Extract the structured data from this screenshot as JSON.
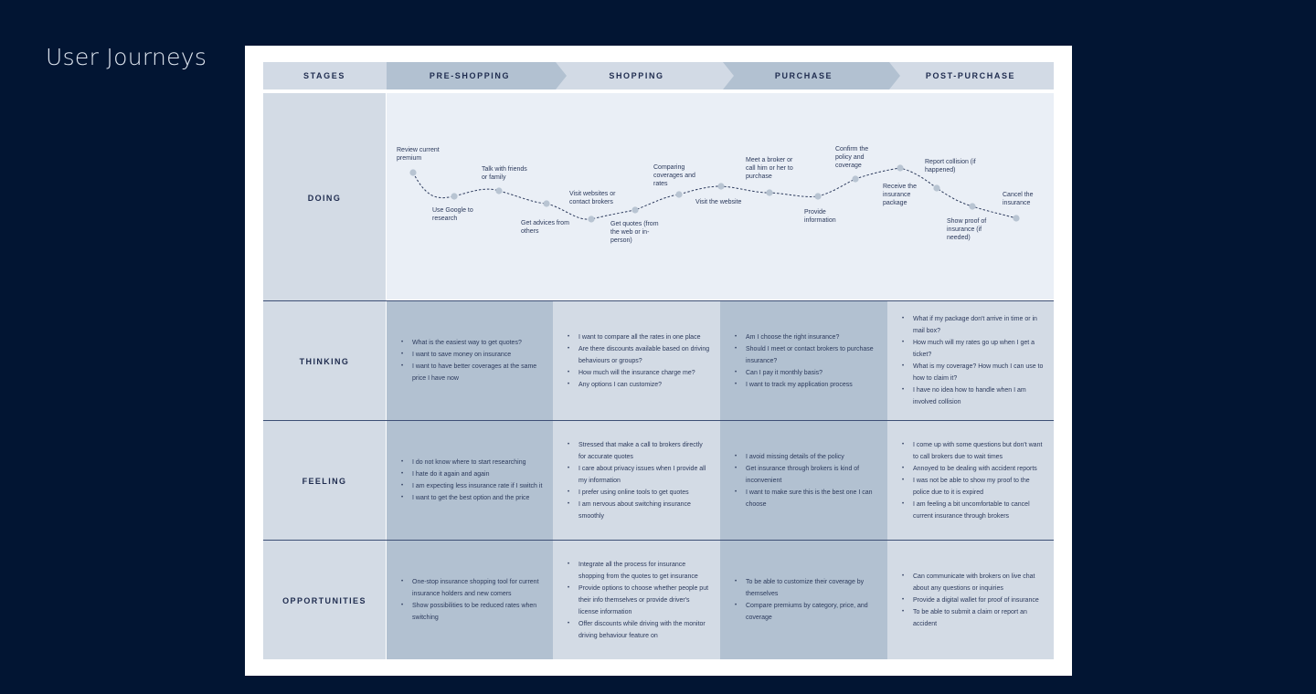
{
  "title": "User Journeys",
  "stages": [
    "STAGES",
    "PRE-SHOPPING",
    "SHOPPING",
    "PURCHASE",
    "POST-PURCHASE"
  ],
  "rows": {
    "doing": "DOING",
    "thinking": "THINKING",
    "feeling": "FEELING",
    "opportunities": "OPPORTUNITIES"
  },
  "doing_steps": [
    [
      "Review current",
      "premium"
    ],
    [
      "Use Google to",
      "research"
    ],
    [
      "Talk with friends",
      "or family"
    ],
    [
      "Get advices from",
      "others"
    ],
    [
      "Visit websites or",
      "contact brokers"
    ],
    [
      "Get quotes (from",
      "the web or in-",
      "person)"
    ],
    [
      "Comparing",
      "coverages and",
      "rates"
    ],
    [
      "Visit the website"
    ],
    [
      "Meet a broker or",
      "call him or her to",
      "purchase"
    ],
    [
      "Provide",
      "information"
    ],
    [
      "Confirm the",
      "policy and",
      "coverage"
    ],
    [
      "Receive the",
      "insurance",
      "package"
    ],
    [
      "Report collision (if",
      "happened)"
    ],
    [
      "Show proof of",
      "insurance (if",
      "needed)"
    ],
    [
      "Cancel the",
      "insurance"
    ]
  ],
  "thinking": [
    [
      "What is the easiest way to get quotes?",
      "I want to save money on insurance",
      "I want to have better coverages at the same price I have now"
    ],
    [
      "I want to compare all the rates in one place",
      "Are there discounts available based on driving behaviours or groups?",
      "How much will the insurance charge me?",
      "Any options I can customize?"
    ],
    [
      "Am I choose the right insurance?",
      "Should I meet or contact brokers to purchase insurance?",
      "Can I pay it monthly basis?",
      "I want to track my application process"
    ],
    [
      "What if my package don't arrive in time or in mail box?",
      "How much will my rates go up when I get a ticket?",
      "What is my coverage? How much I can use to how to claim it?",
      "I have no idea how to handle when I am involved collision"
    ]
  ],
  "feeling": [
    [
      "I do not know where to start researching",
      "I hate do it again and again",
      "I am expecting less insurance rate if I switch it",
      "I want to get the best option and the price"
    ],
    [
      "Stressed that make a call to brokers directly for accurate quotes",
      "I care about privacy issues when I provide all my information",
      "I prefer using online tools to get quotes",
      "I am nervous about switching insurance smoothly"
    ],
    [
      "I avoid missing details of the policy",
      "Get insurance through brokers is kind of inconvenient",
      "I want to make sure this is the best one I can choose"
    ],
    [
      "I come up with some questions but don't want to call brokers due to wait times",
      "Annoyed to be dealing with accident reports",
      "I was not be able to show my proof to the police due to it is expired",
      "I am feeling a bit uncomfortable to cancel current insurance through brokers"
    ]
  ],
  "opportunities": [
    [
      "One-stop insurance shopping tool for current insurance holders and new comers",
      "Show possibilities to be reduced rates when switching"
    ],
    [
      "Integrate all the process for insurance shopping from the quotes to get insurance",
      "Provide options to choose whether people put their info themselves or provide driver's license information",
      "Offer discounts while driving with the monitor driving behaviour feature on"
    ],
    [
      "To be able to customize their coverage by themselves",
      "Compare premiums by category, price, and coverage"
    ],
    [
      "Can communicate with brokers on live chat about any questions or inquiries",
      "Provide a digital wallet for proof of insurance",
      "To be able to submit a claim or report an accident"
    ]
  ],
  "colors": {
    "background": "#021533",
    "card": "#ffffff",
    "stage_dark": "#b2c1d1",
    "stage_light": "#d3dbe5",
    "doing_bg": "#eaeff6",
    "text": "#1f2c4f",
    "dot": "#b8c4d2"
  }
}
